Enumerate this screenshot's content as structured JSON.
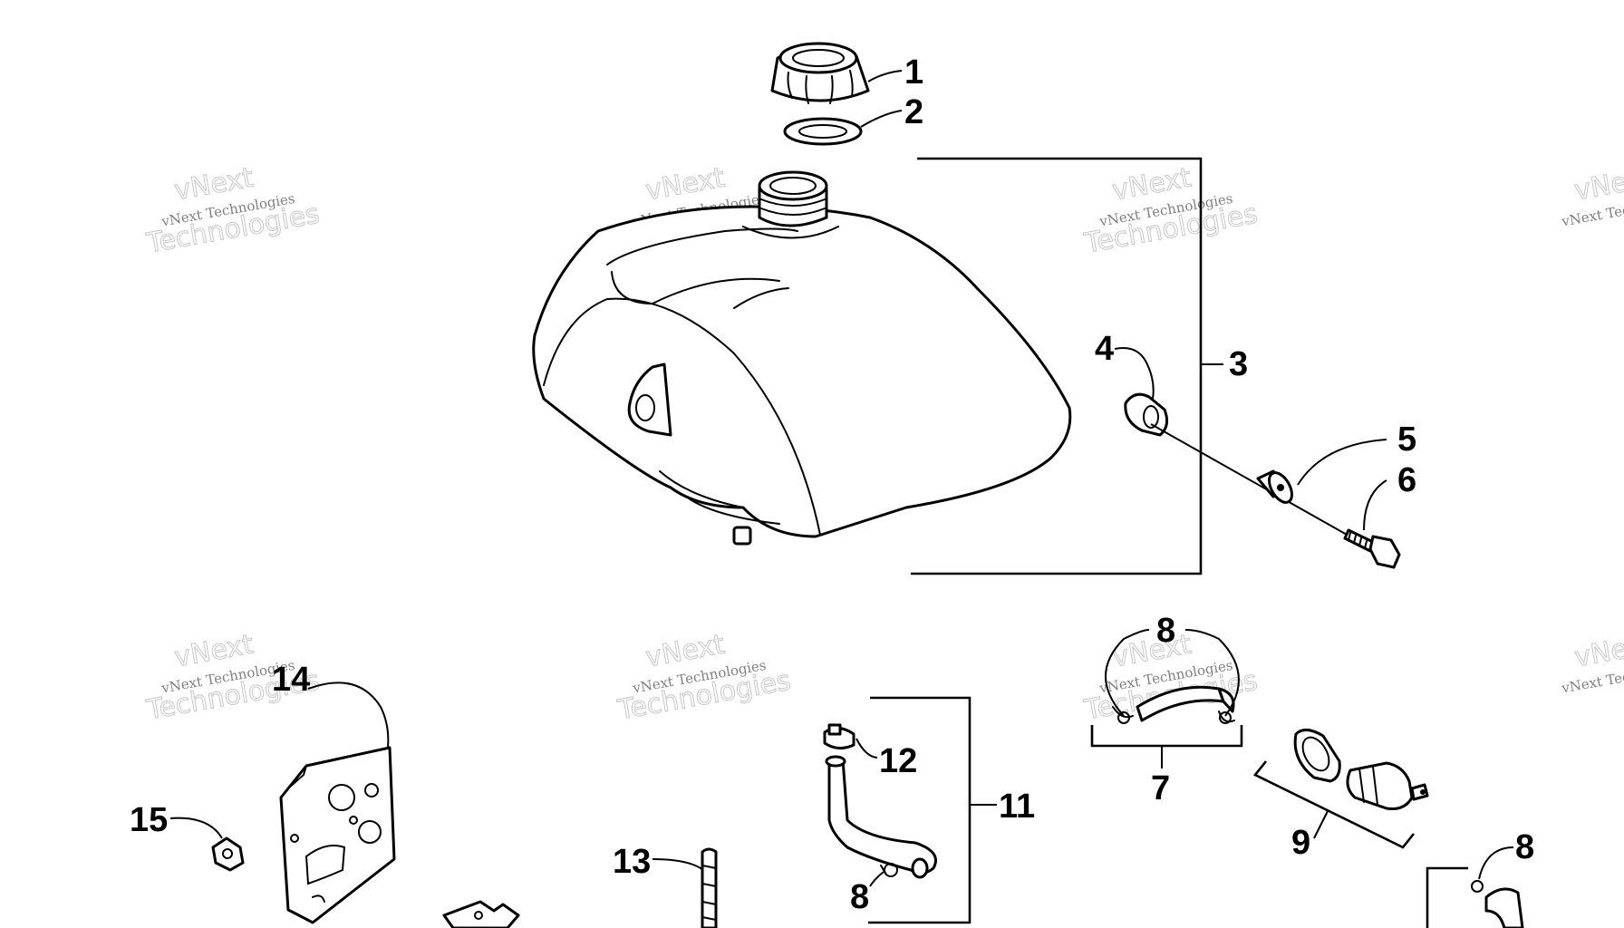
{
  "callouts": {
    "c1": "1",
    "c2": "2",
    "c3": "3",
    "c4": "4",
    "c5": "5",
    "c6": "6",
    "c7": "7",
    "c8a": "8",
    "c8b": "8",
    "c8c": "8",
    "c9": "9",
    "c11": "11",
    "c12": "12",
    "c13": "13",
    "c14": "14",
    "c15": "15"
  },
  "watermark": {
    "line1": "vNext Technologies",
    "line2": "Technologies",
    "line3": "vNext"
  },
  "colors": {
    "ink": "#000000",
    "watermark": "#b5b5b5",
    "background": "#ffffff"
  }
}
